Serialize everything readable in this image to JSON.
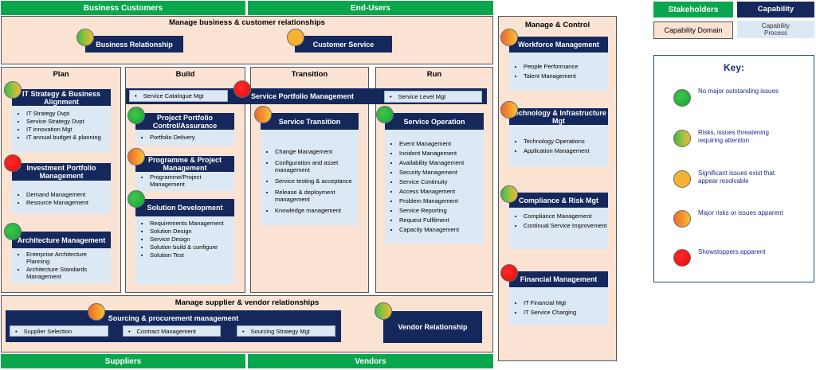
{
  "stakeholders": {
    "business_customers": "Business Customers",
    "end_users": "End-Users",
    "suppliers": "Suppliers",
    "vendors": "Vendors"
  },
  "legend": {
    "stakeholders": "Stakeholders",
    "capability": "Capability",
    "capability_domain": "Capability Domain",
    "capability_process": "Capability Process"
  },
  "key": {
    "title": "Key:",
    "items": [
      {
        "status": "green",
        "text": "No major outstanding issues"
      },
      {
        "status": "yellow-green",
        "text": "Risks, issues threatening requiring attention"
      },
      {
        "status": "amber",
        "text": "Significant issues exist that appear resolvable"
      },
      {
        "status": "orange",
        "text": "Major risks or issues apparent"
      },
      {
        "status": "red",
        "text": "Showstoppers apparent"
      }
    ]
  },
  "top_domain": {
    "title": "Manage business & customer relationships",
    "business_relationship": "Business Relationship",
    "customer_service": "Customer Service"
  },
  "plan": {
    "title": "Plan",
    "it_strategy": {
      "label": "IT Strategy & Business Alignment",
      "items": [
        "IT Strategy Dvpt",
        "Service Strategy Dvpt",
        "IT innovation Mgt",
        "IT annual budget & planning"
      ]
    },
    "investment": {
      "label": "Investment Portfolio Management",
      "items": [
        "Demand Management",
        "Resource Management"
      ]
    },
    "architecture": {
      "label": "Architecture Management",
      "items": [
        "Enterprise Architecture Planning",
        "Architecture Standards Management"
      ]
    }
  },
  "build": {
    "title": "Build",
    "project_portfolio": {
      "label": "Project Portfolio Control/Assurance",
      "items": [
        "Portfolio Delivery"
      ]
    },
    "programme": {
      "label": "Programme & Project Management",
      "items": [
        "Programme/Project Management"
      ]
    },
    "solution": {
      "label": "Solution Development",
      "items": [
        "Requirements Management",
        "Solution Design",
        "Service Design",
        "Solution build & configure",
        "Solution Test"
      ]
    }
  },
  "transition": {
    "title": "Transition",
    "service_transition": {
      "label": "Service Transition",
      "items": [
        "Change Management",
        "Configuration and asset management",
        "Service testing & acceptance",
        "Release & deployment management",
        "Knowledge management"
      ]
    }
  },
  "run": {
    "title": "Run",
    "service_operation": {
      "label": "Service Operation",
      "items": [
        "Event Management",
        "Incident Management",
        "Availability Management",
        "Security Management",
        "Service Continuity",
        "Access Management",
        "Problem Management",
        "Service Reporting",
        "Request Fulfilment",
        "Capacity Management"
      ]
    }
  },
  "service_portfolio": {
    "label": "Service Portfolio Management",
    "catalogue": "Service Catalogue Mgt",
    "level": "Service Level Mgt"
  },
  "manage_control": {
    "title": "Manage & Control",
    "workforce": {
      "label": "Workforce Management",
      "items": [
        "People Performance",
        "Talent Management"
      ]
    },
    "technology": {
      "label": "Technology & Infrastructure Mgt",
      "items": [
        "Technology Operations",
        "Application Management"
      ]
    },
    "compliance": {
      "label": "Compliance & Risk Mgt",
      "items": [
        "Compliance Management",
        "Continual Service Improvement"
      ]
    },
    "financial": {
      "label": "Financial Management",
      "items": [
        "IT Financial Mgt",
        "IT Service Charging"
      ]
    }
  },
  "supplier_domain": {
    "title": "Manage supplier & vendor relationships",
    "sourcing": "Sourcing & procurement management",
    "supplier_selection": "Supplier Selection",
    "contract_management": "Contract Management",
    "sourcing_strategy": "Sourcing Strategy Mgt",
    "vendor_relationship": "Vendor Relationship"
  }
}
